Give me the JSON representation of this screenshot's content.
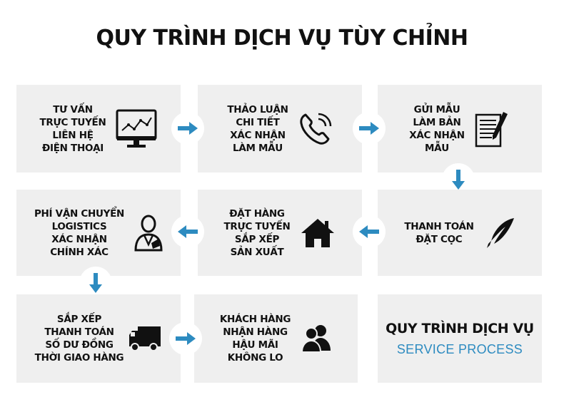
{
  "title": "QUY TRÌNH DỊCH VỤ TÙY CHỈNH",
  "accent_color": "#2d8bc0",
  "steps": [
    {
      "icon": "monitor-chart-icon",
      "lines": [
        "TƯ VẤN",
        "TRỰC TUYẾN",
        "LIÊN HỆ",
        "ĐIỆN THOẠI"
      ]
    },
    {
      "icon": "phone-icon",
      "lines": [
        "THẢO LUẬN",
        "CHI TIẾT",
        "XÁC NHẬN",
        "LÀM MẪU"
      ]
    },
    {
      "icon": "document-pen-icon",
      "lines": [
        "GỬI MẪU",
        "LÀM BẢN",
        "XÁC NHẬN",
        "MẪU"
      ]
    },
    {
      "icon": "quill-icon",
      "lines": [
        "THANH TOÁN",
        "ĐẶT CỌC"
      ]
    },
    {
      "icon": "house-icon",
      "lines": [
        "ĐẶT HÀNG",
        "TRỰC TUYẾN",
        "SẮP XẾP",
        "SẢN XUẤT"
      ]
    },
    {
      "icon": "person-doctor-icon",
      "lines": [
        "PHÍ VẬN CHUYỂN",
        "LOGISTICS",
        "XÁC NHẬN",
        "CHÍNH XÁC"
      ]
    },
    {
      "icon": "truck-icon",
      "lines": [
        "SẮP XẾP",
        "THANH TOÁN",
        "SỐ DƯ ĐỒNG",
        "THỜI GIAO HÀNG"
      ]
    },
    {
      "icon": "users-icon",
      "lines": [
        "KHÁCH HÀNG",
        "NHẬN HÀNG",
        "HẬU MÃI",
        "KHÔNG LO"
      ]
    }
  ],
  "summary": {
    "title": "QUY TRÌNH DỊCH VỤ",
    "subtitle": "SERVICE PROCESS"
  }
}
